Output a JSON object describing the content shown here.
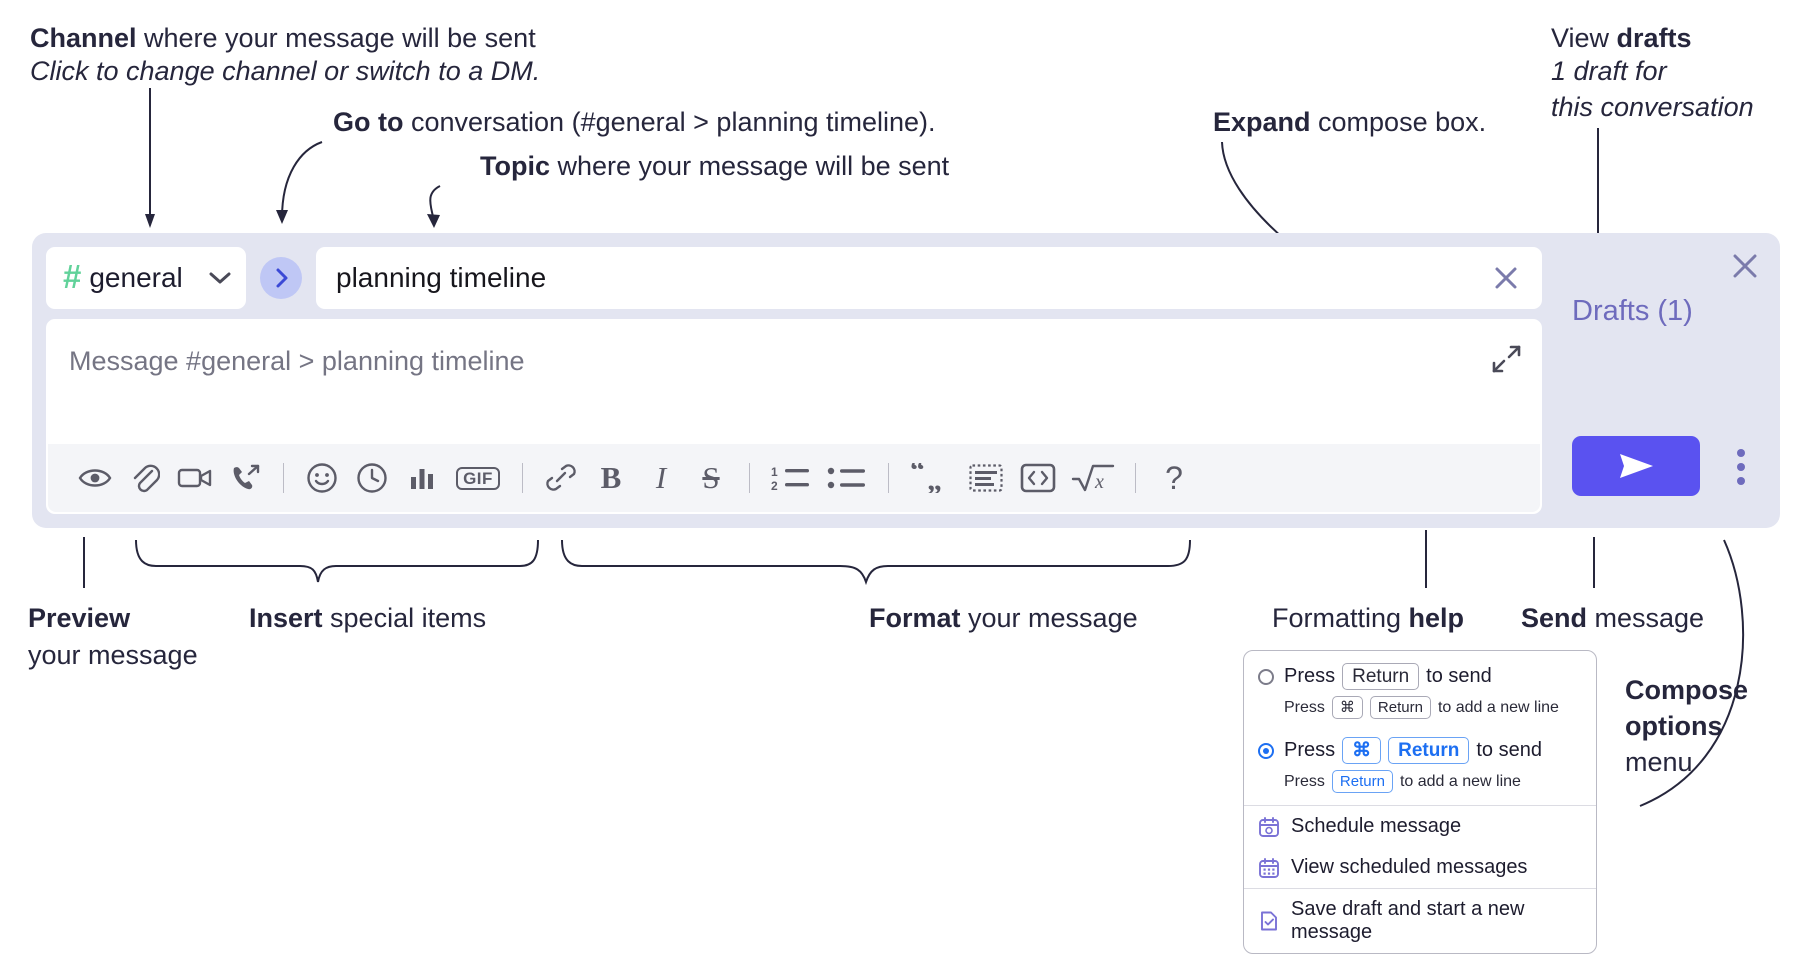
{
  "annotations": {
    "channel": {
      "bold": "Channel",
      "rest": " where your message will be sent",
      "sub": "Click to change channel or switch to a DM."
    },
    "goto": {
      "bold": "Go to",
      "rest": " conversation (#general > planning timeline)."
    },
    "topic": {
      "bold": "Topic",
      "rest": " where your message will be sent"
    },
    "expand": {
      "bold": "Expand",
      "rest": " compose box."
    },
    "drafts": {
      "bold_prefix": "View ",
      "bold": "drafts",
      "sub_line1": "1 draft for",
      "sub_line2": "this conversation"
    },
    "preview": {
      "bold": "Preview",
      "line2": "your message"
    },
    "insert": {
      "bold": "Insert",
      "rest": " special items"
    },
    "format": {
      "bold": "Format",
      "rest": " your message"
    },
    "formatting_help": {
      "plain": "Formatting ",
      "bold": "help"
    },
    "send": {
      "bold": "Send",
      "rest": " message"
    },
    "compose_options": {
      "line1": "Compose",
      "line2": "options",
      "line3": "menu"
    }
  },
  "composer": {
    "channel": {
      "name": "general",
      "hash": "#",
      "chevron_icon": "chevron-down-icon"
    },
    "goto_button": {
      "icon": "chevron-right-icon"
    },
    "topic": {
      "value": "planning timeline",
      "clear_icon": "close-icon"
    },
    "message_input": {
      "placeholder": "Message #general > planning timeline",
      "value": ""
    },
    "expand_icon": "expand-diagonal-icon",
    "panel_close_icon": "close-icon",
    "drafts_label": "Drafts (1)",
    "send_icon": "send-paper-plane-icon",
    "compose_options_icon": "kebab-menu-icon",
    "toolbar": [
      {
        "name": "preview",
        "icon": "eye-icon",
        "label": ""
      },
      {
        "name": "attach",
        "icon": "paperclip-icon",
        "label": ""
      },
      {
        "name": "video",
        "icon": "video-camera-icon",
        "label": ""
      },
      {
        "name": "call",
        "icon": "phone-forward-icon",
        "label": ""
      },
      {
        "name": "separator-1",
        "icon": "separator",
        "label": ""
      },
      {
        "name": "emoji",
        "icon": "smiley-icon",
        "label": ""
      },
      {
        "name": "reminder",
        "icon": "clock-icon",
        "label": ""
      },
      {
        "name": "poll",
        "icon": "bar-chart-icon",
        "label": ""
      },
      {
        "name": "gif",
        "icon": "gif-icon",
        "label": "GIF"
      },
      {
        "name": "separator-2",
        "icon": "separator",
        "label": ""
      },
      {
        "name": "link",
        "icon": "link-icon",
        "label": ""
      },
      {
        "name": "bold",
        "icon": "bold-icon",
        "label": "B"
      },
      {
        "name": "italic",
        "icon": "italic-icon",
        "label": "I"
      },
      {
        "name": "strikethrough",
        "icon": "strikethrough-icon",
        "label": "S"
      },
      {
        "name": "separator-3",
        "icon": "separator",
        "label": ""
      },
      {
        "name": "ordered-list",
        "icon": "ordered-list-icon",
        "label": ""
      },
      {
        "name": "bulleted-list",
        "icon": "bulleted-list-icon",
        "label": ""
      },
      {
        "name": "separator-4",
        "icon": "separator",
        "label": ""
      },
      {
        "name": "blockquote",
        "icon": "quote-icon",
        "label": ""
      },
      {
        "name": "code-block",
        "icon": "code-block-icon",
        "label": ""
      },
      {
        "name": "code",
        "icon": "code-brackets-icon",
        "label": ""
      },
      {
        "name": "latex",
        "icon": "square-root-x-icon",
        "label": ""
      },
      {
        "name": "separator-5",
        "icon": "separator",
        "label": ""
      },
      {
        "name": "formatting-help",
        "icon": "question-mark-icon",
        "label": "?"
      }
    ]
  },
  "compose_menu": {
    "options": [
      {
        "selected": false,
        "prefix": "Press",
        "keys": [
          "Return"
        ],
        "suffix": "to send",
        "sub_prefix": "Press",
        "sub_keys": [
          "⌘",
          "Return"
        ],
        "sub_suffix": "to add a new line"
      },
      {
        "selected": true,
        "prefix": "Press",
        "keys": [
          "⌘",
          "Return"
        ],
        "suffix": "to send",
        "sub_prefix": "Press",
        "sub_keys": [
          "Return"
        ],
        "sub_suffix": "to add a new line"
      }
    ],
    "items": [
      {
        "label": "Schedule message",
        "icon": "calendar-clock-icon"
      },
      {
        "label": "View scheduled messages",
        "icon": "calendar-grid-icon"
      },
      {
        "label": "Save draft and start a new message",
        "icon": "document-check-icon"
      }
    ]
  },
  "colors": {
    "panel_bg": "#e3e5f1",
    "send_button": "#5a52f0",
    "hash_green": "#61d29a",
    "goto_circle": "#bfc7f5",
    "drafts_text": "#6e6bbd",
    "radio_blue": "#1d6ff2",
    "menu_icon_purple": "#7a72d6",
    "text": "#1d1c2e"
  }
}
